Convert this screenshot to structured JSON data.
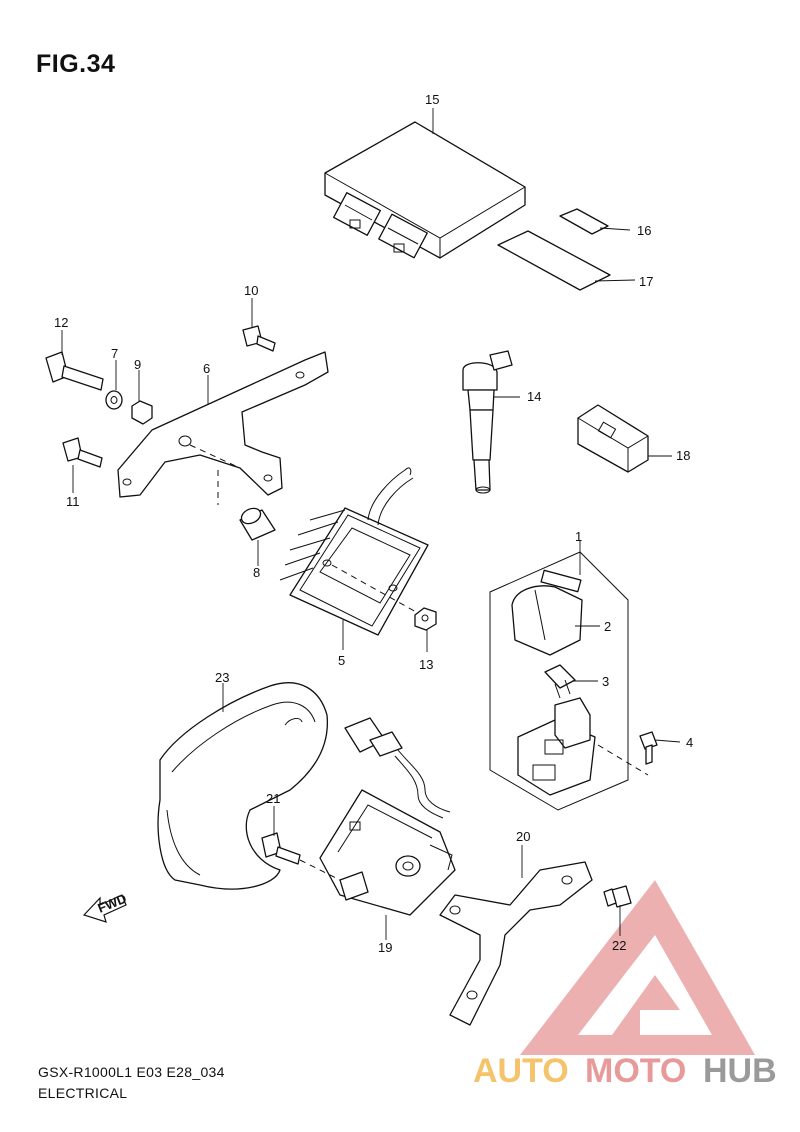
{
  "figure": {
    "title": "FIG.34"
  },
  "footer": {
    "model_code": "GSX-R1000L1 E03 E28_034",
    "section": "ELECTRICAL"
  },
  "callouts": [
    "1",
    "2",
    "3",
    "4",
    "5",
    "6",
    "7",
    "8",
    "9",
    "10",
    "11",
    "12",
    "13",
    "14",
    "15",
    "16",
    "17",
    "18",
    "19",
    "20",
    "21",
    "22",
    "23"
  ],
  "fwd_arrow": {
    "label": "FWD"
  },
  "watermark": {
    "word_part1": "AUTO",
    "word_part2": "MOTO",
    "word_part3": "HUB",
    "colors": {
      "triangle": "#e8a0a0",
      "auto": "#f5c36a",
      "moto": "#e89a9a",
      "hub": "#9a9a9a"
    }
  }
}
